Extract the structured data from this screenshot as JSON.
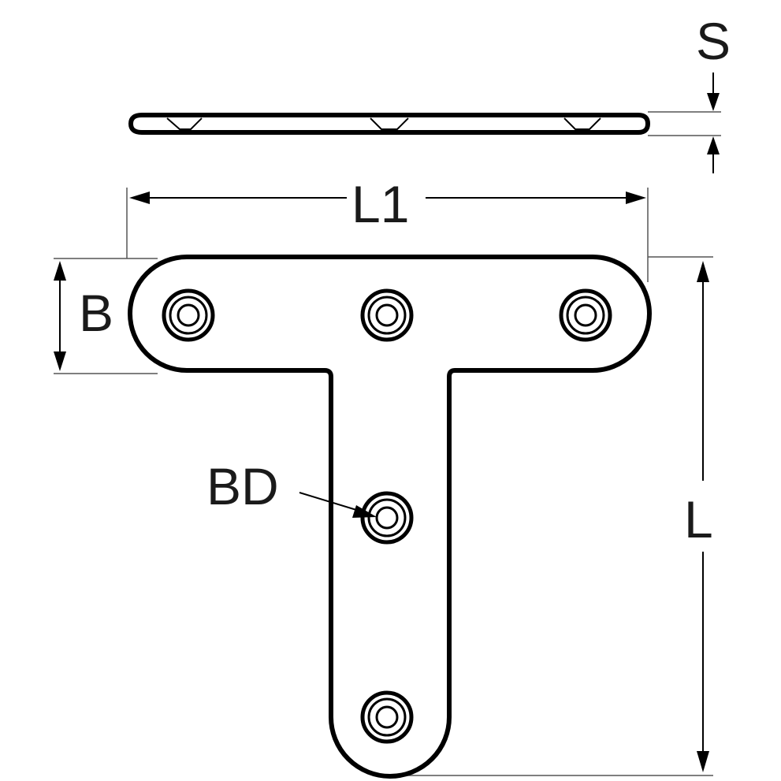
{
  "labels": {
    "thickness": "S",
    "total_width": "L1",
    "flange_width": "B",
    "hole_diameter": "BD",
    "total_length": "L"
  },
  "colors": {
    "line": "#000000",
    "background": "#ffffff"
  }
}
